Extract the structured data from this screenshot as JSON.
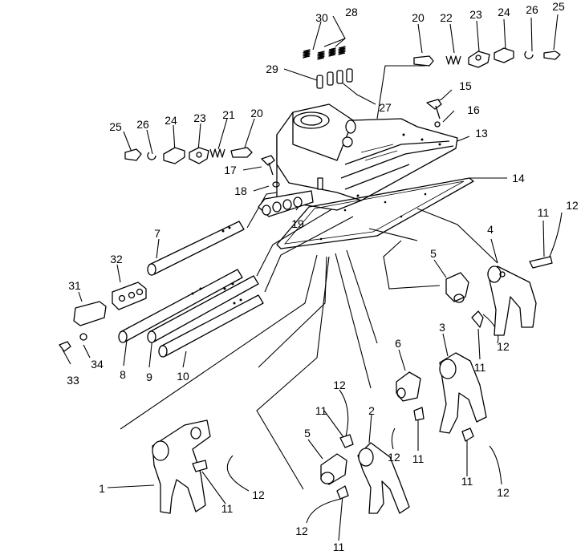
{
  "callouts": [
    {
      "id": "c30",
      "text": "30",
      "target": "spring"
    },
    {
      "id": "c28",
      "text": "28",
      "target": "spring"
    },
    {
      "id": "c29",
      "text": "29",
      "target": "ball"
    },
    {
      "id": "c27",
      "text": "27",
      "target": "ball"
    },
    {
      "id": "c20a",
      "text": "20",
      "target": "plunger"
    },
    {
      "id": "c22",
      "text": "22",
      "target": "spring"
    },
    {
      "id": "c23a",
      "text": "23",
      "target": "gasket"
    },
    {
      "id": "c24a",
      "text": "24",
      "target": "cover"
    },
    {
      "id": "c26a",
      "text": "26",
      "target": "washer"
    },
    {
      "id": "c25a",
      "text": "25",
      "target": "bolt"
    },
    {
      "id": "c15",
      "text": "15",
      "target": "bolt"
    },
    {
      "id": "c16",
      "text": "16",
      "target": "washer"
    },
    {
      "id": "c13",
      "text": "13",
      "target": "case"
    },
    {
      "id": "c14",
      "text": "14",
      "target": "gasket"
    },
    {
      "id": "c25b",
      "text": "25",
      "target": "bolt"
    },
    {
      "id": "c26b",
      "text": "26",
      "target": "washer"
    },
    {
      "id": "c24b",
      "text": "24",
      "target": "cover"
    },
    {
      "id": "c23b",
      "text": "23",
      "target": "gasket"
    },
    {
      "id": "c21",
      "text": "21",
      "target": "spring"
    },
    {
      "id": "c20b",
      "text": "20",
      "target": "plunger"
    },
    {
      "id": "c17",
      "text": "17",
      "target": "bolt"
    },
    {
      "id": "c18",
      "text": "18",
      "target": "washer"
    },
    {
      "id": "c19",
      "text": "19",
      "target": "guide-plate"
    },
    {
      "id": "c7",
      "text": "7",
      "target": "shaft"
    },
    {
      "id": "c32",
      "text": "32",
      "target": "block"
    },
    {
      "id": "c31",
      "text": "31",
      "target": "plate"
    },
    {
      "id": "c33",
      "text": "33",
      "target": "bolt"
    },
    {
      "id": "c34",
      "text": "34",
      "target": "washer"
    },
    {
      "id": "c8",
      "text": "8",
      "target": "shaft"
    },
    {
      "id": "c9",
      "text": "9",
      "target": "shaft"
    },
    {
      "id": "c10",
      "text": "10",
      "target": "shaft"
    },
    {
      "id": "c4",
      "text": "4",
      "target": "fork"
    },
    {
      "id": "c11a",
      "text": "11",
      "target": "bolt"
    },
    {
      "id": "c12a",
      "text": "12",
      "target": "wire"
    },
    {
      "id": "c5a",
      "text": "5",
      "target": "lever"
    },
    {
      "id": "c12b",
      "text": "12",
      "target": "wire"
    },
    {
      "id": "c11b",
      "text": "11",
      "target": "bolt"
    },
    {
      "id": "c3",
      "text": "3",
      "target": "fork"
    },
    {
      "id": "c6",
      "text": "6",
      "target": "lever"
    },
    {
      "id": "c12c",
      "text": "12",
      "target": "wire"
    },
    {
      "id": "c11c",
      "text": "11",
      "target": "bolt"
    },
    {
      "id": "c2",
      "text": "2",
      "target": "fork"
    },
    {
      "id": "c12d",
      "text": "12",
      "target": "wire"
    },
    {
      "id": "c11d",
      "text": "11",
      "target": "bolt"
    },
    {
      "id": "c11e",
      "text": "11",
      "target": "bolt"
    },
    {
      "id": "c12e",
      "text": "12",
      "target": "wire"
    },
    {
      "id": "c5b",
      "text": "5",
      "target": "lever"
    },
    {
      "id": "c1",
      "text": "1",
      "target": "fork"
    },
    {
      "id": "c11f",
      "text": "11",
      "target": "bolt"
    },
    {
      "id": "c12f",
      "text": "12",
      "target": "wire"
    },
    {
      "id": "c12g",
      "text": "12",
      "target": "wire"
    },
    {
      "id": "c11g",
      "text": "11",
      "target": "bolt"
    }
  ]
}
